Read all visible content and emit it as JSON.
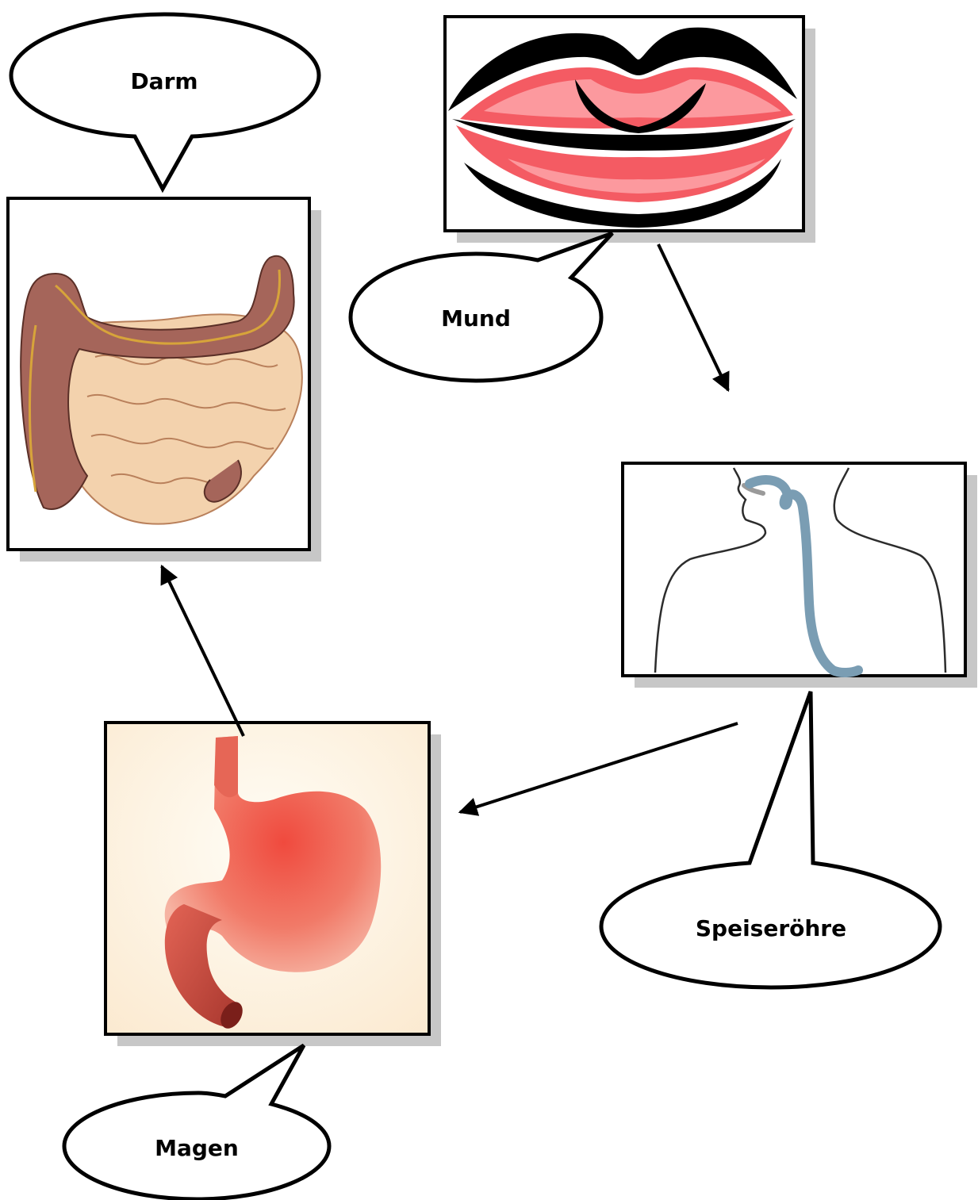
{
  "labels": {
    "darm": "Darm",
    "mund": "Mund",
    "speiseroehre": "Speiseröhre",
    "magen": "Magen"
  },
  "icons": {
    "mund": "lips-icon",
    "speiseroehre": "esophagus-silhouette-icon",
    "magen": "stomach-icon",
    "darm": "intestines-icon"
  },
  "colors": {
    "lips": "#f45b63",
    "lips_highlight": "#ffb3b8",
    "esophagus": "#7a9db3",
    "stomach": "#ef6e5a",
    "intestine_small": "#f3d2ad",
    "intestine_large": "#a5655a"
  }
}
